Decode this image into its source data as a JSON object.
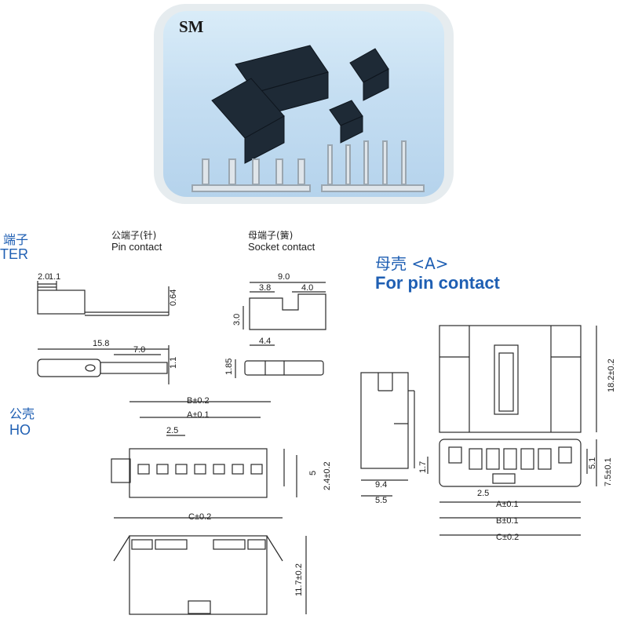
{
  "photo": {
    "label": "SM"
  },
  "left_labels": {
    "terminal_cn": "端子",
    "terminal_en": "TER",
    "housing_cn": "公壳",
    "housing_en": "HO"
  },
  "pin_contact": {
    "title_cn": "公端子(针)",
    "title_en": "Pin contact",
    "dims": {
      "tip": "2.0",
      "tip2": "1.1",
      "height": "0.64",
      "length": "15.8",
      "body": "7.0",
      "dia": "1.1"
    }
  },
  "socket_contact": {
    "title_cn": "母端子(簧)",
    "title_en": "Socket contact",
    "dims": {
      "overall": "9.0",
      "left": "3.8",
      "right": "4.0",
      "height": "3.0",
      "base": "4.4",
      "dia": "1.85"
    }
  },
  "housing_a": {
    "title_cn": "母壳 <A>",
    "title_en": "For pin contact",
    "dims": {
      "height": "18.2±0.2",
      "h1": "5.1",
      "h2": "7.5±0.1",
      "side_h": "1.7",
      "w1": "9.4",
      "w2": "5.5",
      "pitch": "2.5",
      "a": "A±0.1",
      "b": "B±0.1",
      "c": "C±0.2"
    }
  },
  "housing_b": {
    "dims": {
      "b": "B±0.2",
      "a": "A±0.1",
      "pitch": "2.5",
      "h1": "5",
      "h2": "2.4±0.2",
      "c": "C±0.2",
      "height": "11.7±0.2"
    }
  },
  "colors": {
    "accent_blue": "#1f5fb3",
    "line": "#2a2a2a",
    "photo_bg": "#c5def2"
  }
}
